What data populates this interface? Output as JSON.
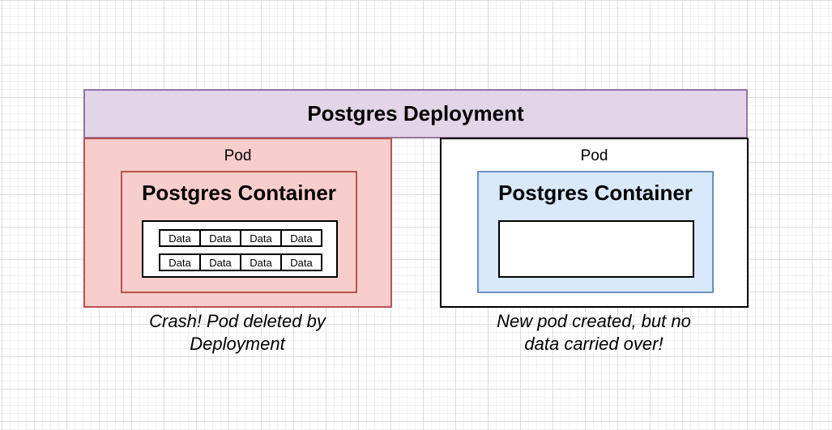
{
  "deployment": {
    "title": "Postgres Deployment"
  },
  "pods": [
    {
      "label": "Pod",
      "container_title": "Postgres Container",
      "data_rows": [
        [
          "Data",
          "Data",
          "Data",
          "Data"
        ],
        [
          "Data",
          "Data",
          "Data",
          "Data"
        ]
      ],
      "caption_line1": "Crash! Pod deleted by",
      "caption_line2": "Deployment"
    },
    {
      "label": "Pod",
      "container_title": "Postgres Container",
      "caption_line1": "New pod created, but no",
      "caption_line2": "data carried over!"
    }
  ],
  "colors": {
    "deployment_fill": "#e1d5e7",
    "deployment_stroke": "#9673a6",
    "crashed_fill": "#f8cecc",
    "crashed_stroke": "#b85450",
    "new_container_fill": "#dae8fc",
    "new_container_stroke": "#6c8ebf"
  }
}
